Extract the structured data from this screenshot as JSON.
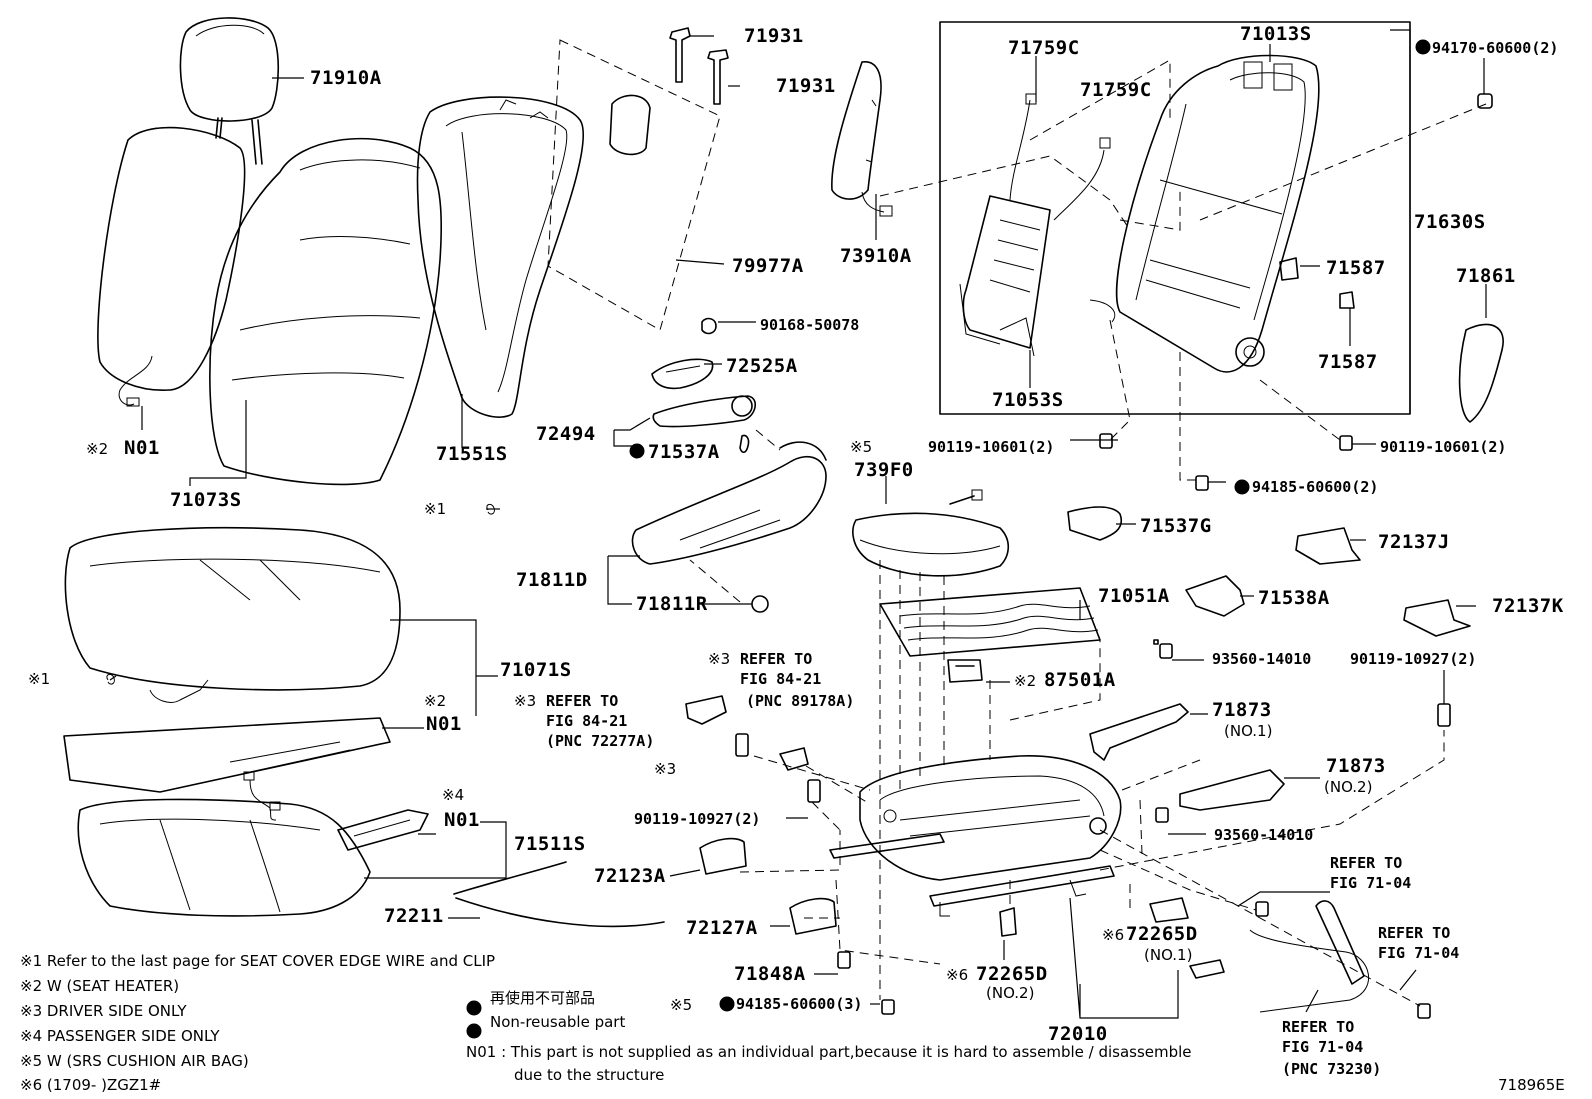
{
  "diagram_id": "718965E",
  "part_numbers": {
    "p71910A": "71910A",
    "p71931a": "71931",
    "p71931b": "71931",
    "p71759Ca": "71759C",
    "p71759Cb": "71759C",
    "p71013S": "71013S",
    "p94170": "94170-60600(2)",
    "p79977A": "79977A",
    "p73910A": "73910A",
    "p71630S": "71630S",
    "p71587a": "71587",
    "p71587b": "71587",
    "p71861": "71861",
    "p90168": "90168-50078",
    "p72525A": "72525A",
    "p72494": "72494",
    "p71537A": "71537A",
    "p71053S": "71053S",
    "p90119_10601a": "90119-10601(2)",
    "p90119_10601b": "90119-10601(2)",
    "p94185_2": "94185-60600(2)",
    "p71551S": "71551S",
    "p71073S": "71073S",
    "pN01a": "N01",
    "p739F0": "739F0",
    "p71537G": "71537G",
    "p72137J": "72137J",
    "p71811D": "71811D",
    "p71811R": "71811R",
    "p71051A": "71051A",
    "p71538A": "71538A",
    "p72137K": "72137K",
    "p71071S": "71071S",
    "p93560a": "93560-14010",
    "p90119_10927a": "90119-10927(2)",
    "p87501A": "87501A",
    "pN01b": "N01",
    "p71873a": "71873",
    "p71873b": "71873",
    "p90119_10927b": "90119-10927(2)",
    "pN01c": "N01",
    "p71511S": "71511S",
    "p93560b": "93560-14010",
    "p72123A": "72123A",
    "p72211": "72211",
    "p72127A": "72127A",
    "p71848A": "71848A",
    "p72265Da": "72265D",
    "p72265Db": "72265D",
    "p94185_3": "94185-60600(3)",
    "p72010": "72010"
  },
  "qualifiers": {
    "no1a": "(NO.1)",
    "no2a": "(NO.2)",
    "no1b": "(NO.1)",
    "no2b": "(NO.2)"
  },
  "marks": {
    "m2a": "※2",
    "m1a": "※1",
    "m1b": "※1",
    "m2b": "※2",
    "m5": "※5",
    "m3a": "※3",
    "m3b": "※3",
    "m3c": "※3",
    "m2c": "※2",
    "m4": "※4",
    "m6a": "※6",
    "m6b": "※6",
    "m5b": "※5"
  },
  "refers": {
    "r1_1": "REFER TO",
    "r1_2": "FIG 84-21",
    "r1_3": "(PNC 89178A)",
    "r2_1": "REFER TO",
    "r2_2": "FIG 84-21",
    "r2_3": "(PNC 72277A)",
    "r3_1": "REFER TO",
    "r3_2": "FIG 71-04",
    "r4_1": "REFER TO",
    "r4_2": "FIG 71-04",
    "r5_1": "REFER TO",
    "r5_2": "FIG 71-04",
    "r5_3": "(PNC 73230)"
  },
  "notes": [
    "※1  Refer to the last page for SEAT COVER EDGE WIRE and CLIP",
    "※2  W (SEAT  HEATER)",
    "※3  DRIVER SIDE ONLY",
    "※4  PASSENGER SIDE ONLY",
    "※5  W (SRS CUSHION AIR BAG)",
    "※6 (1709-      )ZGZ1#"
  ],
  "legend": {
    "jp": "再使用不可部品",
    "en": "Non-reusable part"
  },
  "n01_note": {
    "line1": "N01 : This part is not supplied as an individual part,because it is hard to assemble / disassemble",
    "line2": "due to the structure"
  }
}
